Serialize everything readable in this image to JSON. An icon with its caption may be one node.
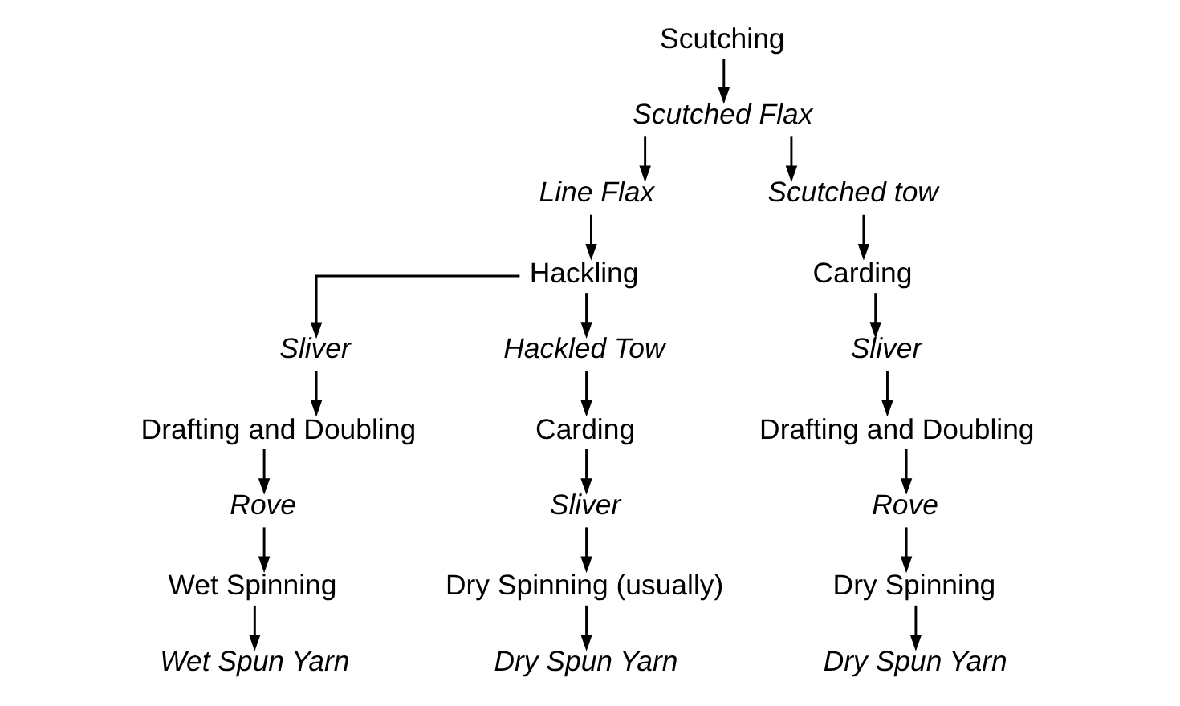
{
  "diagram": {
    "nodes": [
      {
        "text": [
          "Scutching"
        ]
      },
      {
        "text": [
          "Scutched Flax"
        ]
      },
      {
        "text": [
          "Line Flax"
        ]
      },
      {
        "text": [
          "Hackling"
        ]
      },
      {
        "text": [
          "Sliver"
        ]
      },
      {
        "text": [
          "Drafting and Doubling"
        ]
      },
      {
        "text": [
          "Rove"
        ]
      },
      {
        "text": [
          "Wet Spinning"
        ]
      },
      {
        "text": [
          "Wet Spun Yarn"
        ]
      },
      {
        "text": [
          "Hackled Tow"
        ]
      },
      {
        "text": [
          "Carding"
        ]
      },
      {
        "text": [
          "Sliver"
        ]
      },
      {
        "text": [
          "Dry Spinning (usually)"
        ]
      },
      {
        "text": [
          "Dry Spun Yarn"
        ]
      },
      {
        "text": [
          "Scutched tow"
        ]
      },
      {
        "text": [
          "Carding"
        ]
      },
      {
        "text": [
          "Sliver"
        ]
      },
      {
        "text": [
          "Drafting and Doubling"
        ]
      },
      {
        "text": [
          "Rove"
        ]
      },
      {
        "text": [
          "Dry Spinning"
        ]
      },
      {
        "text": [
          "Dry Spun Yarn"
        ]
      }
    ],
    "edges": [
      {
        "from": 0,
        "to": 1,
        "arrow": "to"
      },
      {
        "from": 1,
        "to": 2,
        "arrow": "to"
      },
      {
        "from": 1,
        "to": 14,
        "arrow": "to"
      },
      {
        "from": 2,
        "to": 3,
        "arrow": "to"
      },
      {
        "from": 3,
        "to": 4,
        "arrow": "to"
      },
      {
        "from": 3,
        "to": 9,
        "arrow": "to"
      },
      {
        "from": 4,
        "to": 5,
        "arrow": "to"
      },
      {
        "from": 5,
        "to": 6,
        "arrow": "to"
      },
      {
        "from": 6,
        "to": 7,
        "arrow": "to"
      },
      {
        "from": 7,
        "to": 8,
        "arrow": "to"
      },
      {
        "from": 9,
        "to": 10,
        "arrow": "to"
      },
      {
        "from": 10,
        "to": 11,
        "arrow": "to"
      },
      {
        "from": 11,
        "to": 12,
        "arrow": "to"
      },
      {
        "from": 12,
        "to": 13,
        "arrow": "to"
      },
      {
        "from": 14,
        "to": 15,
        "arrow": "to"
      },
      {
        "from": 15,
        "to": 16,
        "arrow": "to"
      },
      {
        "from": 16,
        "to": 17,
        "arrow": "to"
      },
      {
        "from": 17,
        "to": 18,
        "arrow": "to"
      },
      {
        "from": 18,
        "to": 19,
        "arrow": "to"
      },
      {
        "from": 19,
        "to": 20,
        "arrow": "to"
      }
    ]
  }
}
